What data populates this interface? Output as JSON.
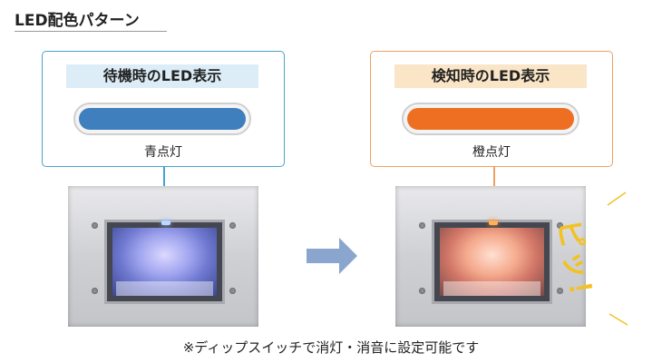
{
  "section": {
    "title": "LED配色パターン"
  },
  "standby": {
    "title": "待機時のLED表示",
    "caption": "青点灯",
    "lamp_color": "#3f7fbd"
  },
  "detect": {
    "title": "検知時のLED表示",
    "caption": "橙点灯",
    "lamp_color": "#ee6f22"
  },
  "beep": {
    "text": "ピッ！",
    "color": "#f2c224"
  },
  "footnote": "※ディップスイッチで消灯・消音に設定可能です"
}
